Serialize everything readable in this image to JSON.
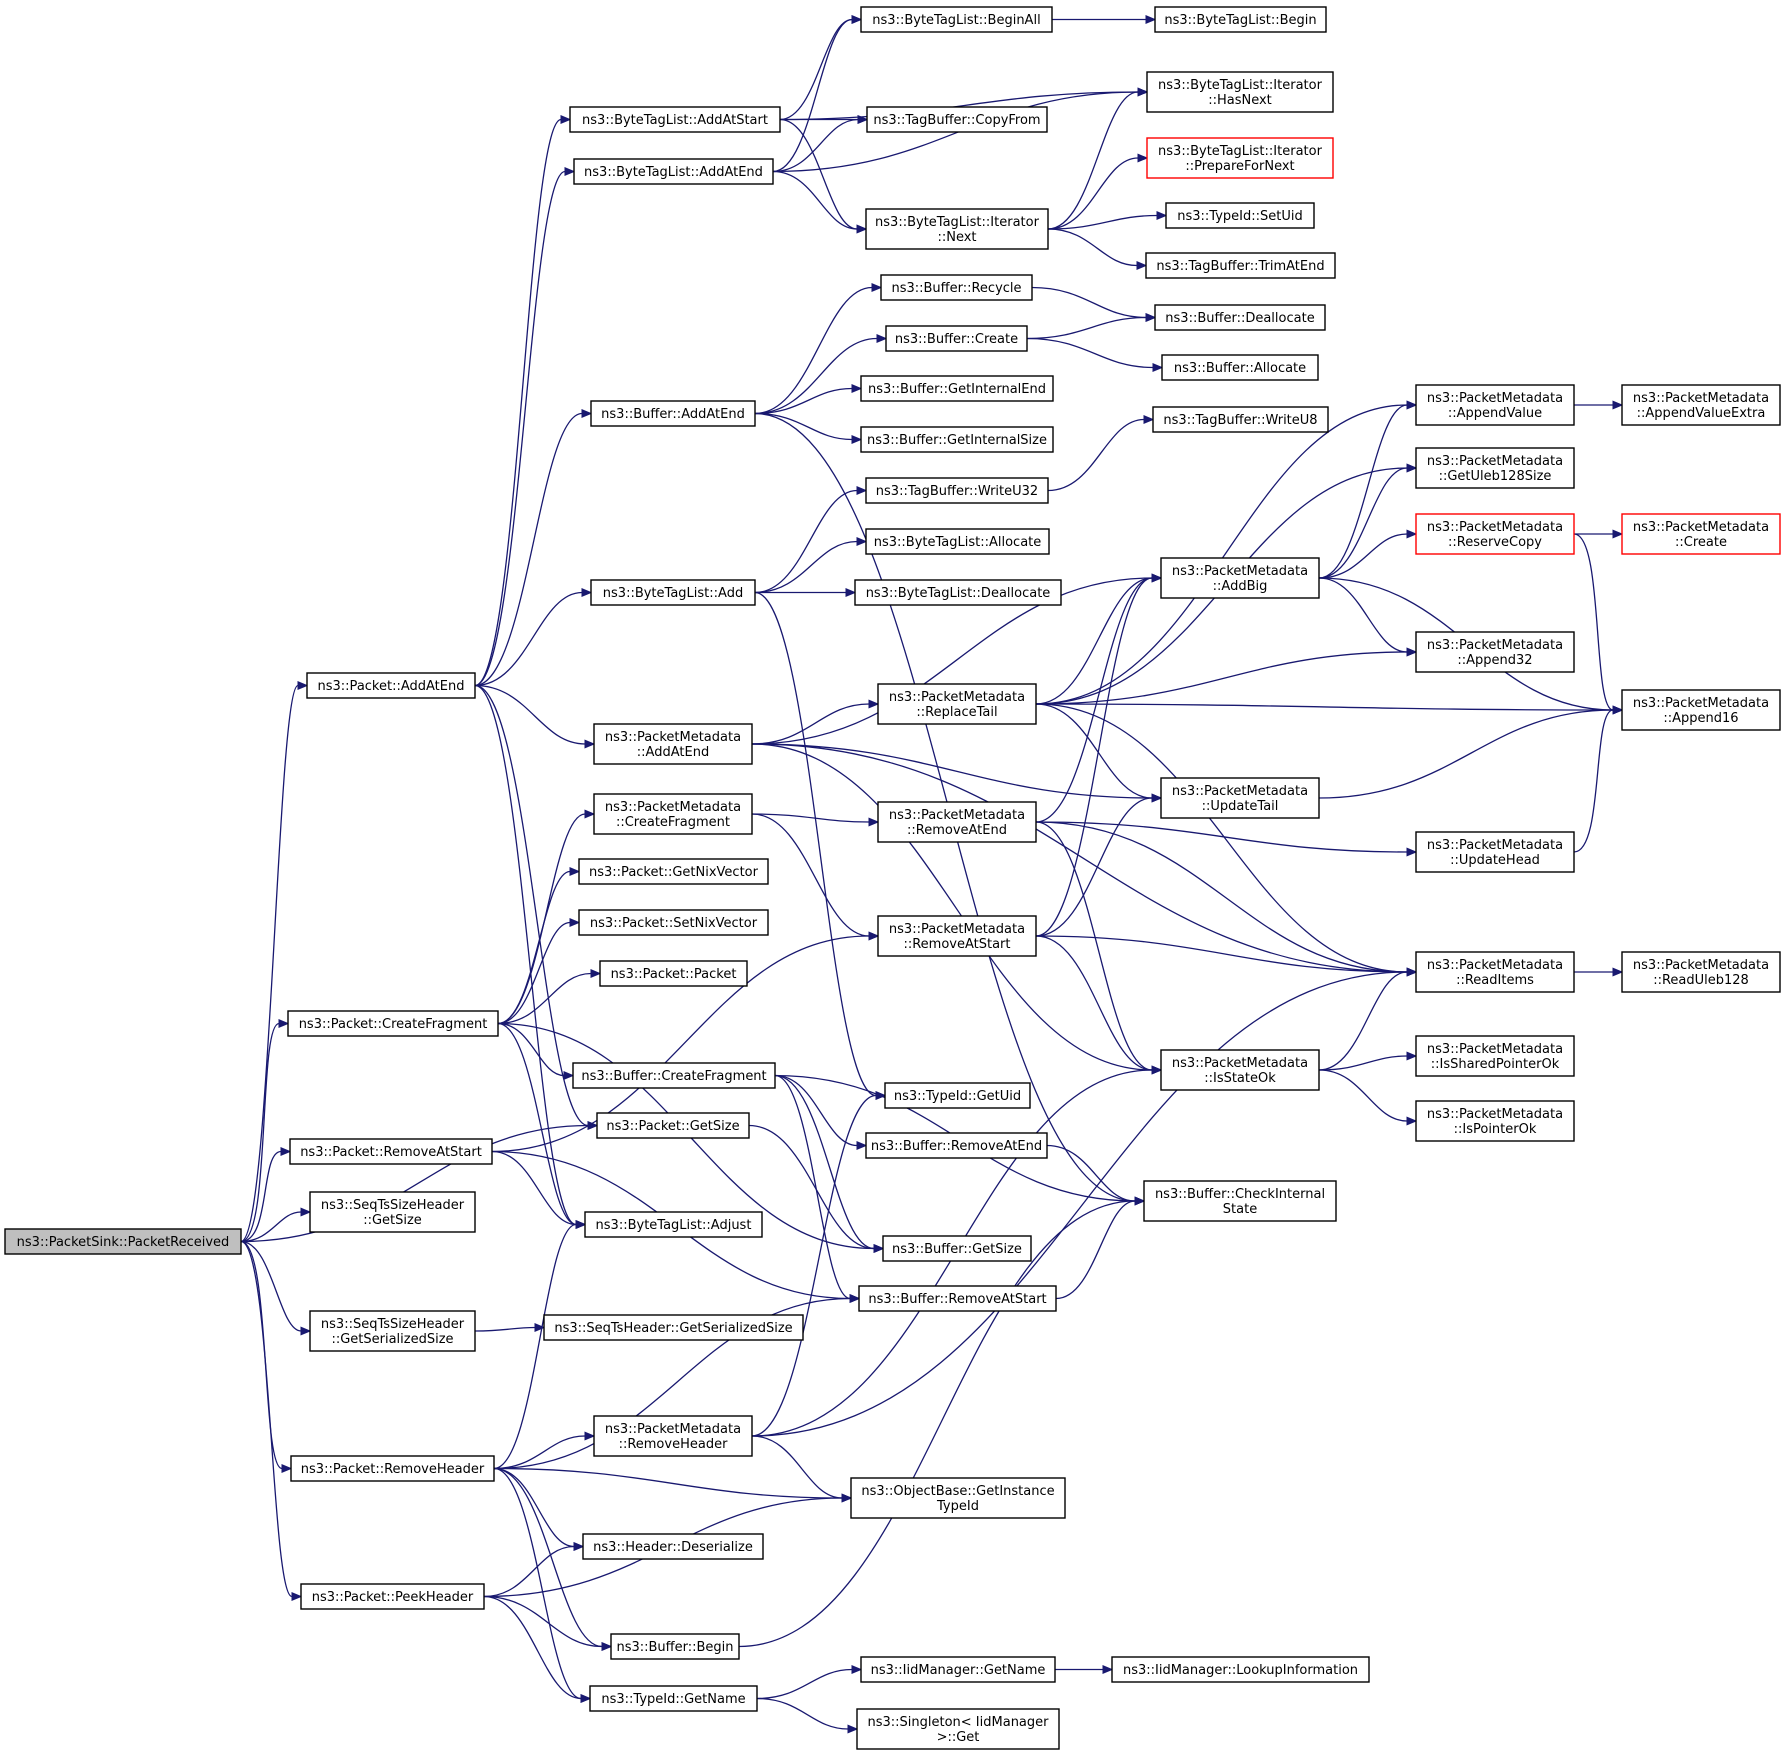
{
  "colors": {
    "edge": "#191970",
    "node_border": "#000000",
    "node_border_truncated": "#ff0000",
    "root_fill": "#bfbfbf",
    "node_fill": "#ffffff",
    "background": "#ffffff"
  },
  "nodes": [
    {
      "id": "root",
      "lines": [
        "ns3::PacketSink::PacketReceived"
      ],
      "style": "root"
    },
    {
      "id": "p_addatend",
      "lines": [
        "ns3::Packet::AddAtEnd"
      ]
    },
    {
      "id": "p_createfrag",
      "lines": [
        "ns3::Packet::CreateFragment"
      ]
    },
    {
      "id": "p_removeatstart",
      "lines": [
        "ns3::Packet::RemoveAtStart"
      ]
    },
    {
      "id": "seqts_getsize",
      "lines": [
        "ns3::SeqTsSizeHeader",
        "::GetSize"
      ]
    },
    {
      "id": "seqts_getser",
      "lines": [
        "ns3::SeqTsSizeHeader",
        "::GetSerializedSize"
      ]
    },
    {
      "id": "p_removeheader",
      "lines": [
        "ns3::Packet::RemoveHeader"
      ]
    },
    {
      "id": "p_peekheader",
      "lines": [
        "ns3::Packet::PeekHeader"
      ]
    },
    {
      "id": "btl_addatstart",
      "lines": [
        "ns3::ByteTagList::AddAtStart"
      ]
    },
    {
      "id": "btl_addatend",
      "lines": [
        "ns3::ByteTagList::AddAtEnd"
      ]
    },
    {
      "id": "buf_addatend",
      "lines": [
        "ns3::Buffer::AddAtEnd"
      ]
    },
    {
      "id": "btl_add",
      "lines": [
        "ns3::ByteTagList::Add"
      ]
    },
    {
      "id": "pm_addatend",
      "lines": [
        "ns3::PacketMetadata",
        "::AddAtEnd"
      ]
    },
    {
      "id": "pm_createfrag",
      "lines": [
        "ns3::PacketMetadata",
        "::CreateFragment"
      ]
    },
    {
      "id": "p_getnix",
      "lines": [
        "ns3::Packet::GetNixVector"
      ]
    },
    {
      "id": "p_setnix",
      "lines": [
        "ns3::Packet::SetNixVector"
      ]
    },
    {
      "id": "p_packet",
      "lines": [
        "ns3::Packet::Packet"
      ]
    },
    {
      "id": "buf_createfrag",
      "lines": [
        "ns3::Buffer::CreateFragment"
      ]
    },
    {
      "id": "p_getsize",
      "lines": [
        "ns3::Packet::GetSize"
      ]
    },
    {
      "id": "btl_adjust",
      "lines": [
        "ns3::ByteTagList::Adjust"
      ]
    },
    {
      "id": "seqts_hdr_getser",
      "lines": [
        "ns3::SeqTsHeader::GetSerializedSize"
      ]
    },
    {
      "id": "pm_removeheader",
      "lines": [
        "ns3::PacketMetadata",
        "::RemoveHeader"
      ]
    },
    {
      "id": "hdr_deserialize",
      "lines": [
        "ns3::Header::Deserialize"
      ]
    },
    {
      "id": "buf_begin",
      "lines": [
        "ns3::Buffer::Begin"
      ]
    },
    {
      "id": "typeid_getname",
      "lines": [
        "ns3::TypeId::GetName"
      ]
    },
    {
      "id": "btl_beginall",
      "lines": [
        "ns3::ByteTagList::BeginAll"
      ]
    },
    {
      "id": "tb_copyfrom",
      "lines": [
        "ns3::TagBuffer::CopyFrom"
      ]
    },
    {
      "id": "btl_it_next",
      "lines": [
        "ns3::ByteTagList::Iterator",
        "::Next"
      ]
    },
    {
      "id": "buf_recycle",
      "lines": [
        "ns3::Buffer::Recycle"
      ]
    },
    {
      "id": "buf_create",
      "lines": [
        "ns3::Buffer::Create"
      ]
    },
    {
      "id": "buf_getintend",
      "lines": [
        "ns3::Buffer::GetInternalEnd"
      ]
    },
    {
      "id": "buf_getintsize",
      "lines": [
        "ns3::Buffer::GetInternalSize"
      ]
    },
    {
      "id": "tb_writeu32",
      "lines": [
        "ns3::TagBuffer::WriteU32"
      ]
    },
    {
      "id": "btl_allocate",
      "lines": [
        "ns3::ByteTagList::Allocate"
      ]
    },
    {
      "id": "btl_deallocate",
      "lines": [
        "ns3::ByteTagList::Deallocate"
      ]
    },
    {
      "id": "pm_replacetail",
      "lines": [
        "ns3::PacketMetadata",
        "::ReplaceTail"
      ]
    },
    {
      "id": "pm_removeatend",
      "lines": [
        "ns3::PacketMetadata",
        "::RemoveAtEnd"
      ]
    },
    {
      "id": "pm_removeatstart",
      "lines": [
        "ns3::PacketMetadata",
        "::RemoveAtStart"
      ]
    },
    {
      "id": "typeid_getuid",
      "lines": [
        "ns3::TypeId::GetUid"
      ]
    },
    {
      "id": "buf_removeatend",
      "lines": [
        "ns3::Buffer::RemoveAtEnd"
      ]
    },
    {
      "id": "buf_getsize",
      "lines": [
        "ns3::Buffer::GetSize"
      ]
    },
    {
      "id": "buf_removeatstart",
      "lines": [
        "ns3::Buffer::RemoveAtStart"
      ]
    },
    {
      "id": "ob_getinstance",
      "lines": [
        "ns3::ObjectBase::GetInstance",
        "TypeId"
      ]
    },
    {
      "id": "iid_getname",
      "lines": [
        "ns3::IidManager::GetName"
      ]
    },
    {
      "id": "singleton_get",
      "lines": [
        "ns3::Singleton< IidManager",
        " >::Get"
      ]
    },
    {
      "id": "btl_begin",
      "lines": [
        "ns3::ByteTagList::Begin"
      ]
    },
    {
      "id": "btl_it_hasnext",
      "lines": [
        "ns3::ByteTagList::Iterator",
        "::HasNext"
      ]
    },
    {
      "id": "btl_it_prepare",
      "lines": [
        "ns3::ByteTagList::Iterator",
        "::PrepareForNext"
      ],
      "style": "truncated"
    },
    {
      "id": "typeid_setuid",
      "lines": [
        "ns3::TypeId::SetUid"
      ]
    },
    {
      "id": "tb_trimatend",
      "lines": [
        "ns3::TagBuffer::TrimAtEnd"
      ]
    },
    {
      "id": "buf_deallocate",
      "lines": [
        "ns3::Buffer::Deallocate"
      ]
    },
    {
      "id": "buf_allocate",
      "lines": [
        "ns3::Buffer::Allocate"
      ]
    },
    {
      "id": "tb_writeu8",
      "lines": [
        "ns3::TagBuffer::WriteU8"
      ]
    },
    {
      "id": "pm_addbig",
      "lines": [
        "ns3::PacketMetadata",
        "::AddBig"
      ]
    },
    {
      "id": "pm_updatetail",
      "lines": [
        "ns3::PacketMetadata",
        "::UpdateTail"
      ]
    },
    {
      "id": "pm_isstateok",
      "lines": [
        "ns3::PacketMetadata",
        "::IsStateOk"
      ]
    },
    {
      "id": "buf_checkinternal",
      "lines": [
        "ns3::Buffer::CheckInternal",
        "State"
      ]
    },
    {
      "id": "iid_lookup",
      "lines": [
        "ns3::IidManager::LookupInformation"
      ]
    },
    {
      "id": "pm_appendvalue",
      "lines": [
        "ns3::PacketMetadata",
        "::AppendValue"
      ]
    },
    {
      "id": "pm_getuleb",
      "lines": [
        "ns3::PacketMetadata",
        "::GetUleb128Size"
      ]
    },
    {
      "id": "pm_reservecopy",
      "lines": [
        "ns3::PacketMetadata",
        "::ReserveCopy"
      ],
      "style": "truncated"
    },
    {
      "id": "pm_append32",
      "lines": [
        "ns3::PacketMetadata",
        "::Append32"
      ]
    },
    {
      "id": "pm_updatehead",
      "lines": [
        "ns3::PacketMetadata",
        "::UpdateHead"
      ]
    },
    {
      "id": "pm_readitems",
      "lines": [
        "ns3::PacketMetadata",
        "::ReadItems"
      ]
    },
    {
      "id": "pm_issharedptr",
      "lines": [
        "ns3::PacketMetadata",
        "::IsSharedPointerOk"
      ]
    },
    {
      "id": "pm_isptrok",
      "lines": [
        "ns3::PacketMetadata",
        "::IsPointerOk"
      ]
    },
    {
      "id": "pm_appendvalueextra",
      "lines": [
        "ns3::PacketMetadata",
        "::AppendValueExtra"
      ]
    },
    {
      "id": "pm_create",
      "lines": [
        "ns3::PacketMetadata",
        "::Create"
      ],
      "style": "truncated"
    },
    {
      "id": "pm_append16",
      "lines": [
        "ns3::PacketMetadata",
        "::Append16"
      ]
    },
    {
      "id": "pm_readuleb",
      "lines": [
        "ns3::PacketMetadata",
        "::ReadUleb128"
      ]
    }
  ],
  "edges": [
    [
      "root",
      "p_addatend"
    ],
    [
      "root",
      "p_createfrag"
    ],
    [
      "root",
      "p_removeatstart"
    ],
    [
      "root",
      "seqts_getsize"
    ],
    [
      "root",
      "seqts_getser"
    ],
    [
      "root",
      "p_removeheader"
    ],
    [
      "root",
      "p_peekheader"
    ],
    [
      "root",
      "p_getsize"
    ],
    [
      "p_addatend",
      "btl_addatstart"
    ],
    [
      "p_addatend",
      "btl_addatend"
    ],
    [
      "p_addatend",
      "buf_addatend"
    ],
    [
      "p_addatend",
      "btl_add"
    ],
    [
      "p_addatend",
      "pm_addatend"
    ],
    [
      "p_addatend",
      "p_getsize"
    ],
    [
      "p_addatend",
      "btl_adjust"
    ],
    [
      "p_createfrag",
      "pm_createfrag"
    ],
    [
      "p_createfrag",
      "p_getnix"
    ],
    [
      "p_createfrag",
      "p_setnix"
    ],
    [
      "p_createfrag",
      "p_packet"
    ],
    [
      "p_createfrag",
      "buf_createfrag"
    ],
    [
      "p_createfrag",
      "btl_adjust"
    ],
    [
      "p_createfrag",
      "buf_getsize"
    ],
    [
      "p_removeatstart",
      "pm_removeatstart"
    ],
    [
      "p_removeatstart",
      "btl_adjust"
    ],
    [
      "p_removeatstart",
      "buf_removeatstart"
    ],
    [
      "seqts_getser",
      "seqts_hdr_getser"
    ],
    [
      "p_removeheader",
      "btl_adjust"
    ],
    [
      "p_removeheader",
      "pm_removeheader"
    ],
    [
      "p_removeheader",
      "ob_getinstance"
    ],
    [
      "p_removeheader",
      "hdr_deserialize"
    ],
    [
      "p_removeheader",
      "buf_begin"
    ],
    [
      "p_removeheader",
      "typeid_getname"
    ],
    [
      "p_removeheader",
      "buf_removeatstart"
    ],
    [
      "p_peekheader",
      "hdr_deserialize"
    ],
    [
      "p_peekheader",
      "ob_getinstance"
    ],
    [
      "p_peekheader",
      "buf_begin"
    ],
    [
      "p_peekheader",
      "typeid_getname"
    ],
    [
      "btl_addatstart",
      "btl_beginall"
    ],
    [
      "btl_addatstart",
      "btl_it_hasnext"
    ],
    [
      "btl_addatstart",
      "tb_copyfrom"
    ],
    [
      "btl_addatstart",
      "btl_it_next"
    ],
    [
      "btl_addatend",
      "btl_beginall"
    ],
    [
      "btl_addatend",
      "btl_it_hasnext"
    ],
    [
      "btl_addatend",
      "tb_copyfrom"
    ],
    [
      "btl_addatend",
      "btl_it_next"
    ],
    [
      "btl_beginall",
      "btl_begin"
    ],
    [
      "btl_it_next",
      "btl_it_hasnext"
    ],
    [
      "btl_it_next",
      "btl_it_prepare"
    ],
    [
      "btl_it_next",
      "typeid_setuid"
    ],
    [
      "btl_it_next",
      "tb_trimatend"
    ],
    [
      "buf_addatend",
      "buf_recycle"
    ],
    [
      "buf_addatend",
      "buf_create"
    ],
    [
      "buf_addatend",
      "buf_getintend"
    ],
    [
      "buf_addatend",
      "buf_getintsize"
    ],
    [
      "buf_addatend",
      "buf_checkinternal"
    ],
    [
      "buf_recycle",
      "buf_deallocate"
    ],
    [
      "buf_create",
      "buf_deallocate"
    ],
    [
      "buf_create",
      "buf_allocate"
    ],
    [
      "btl_add",
      "tb_writeu32"
    ],
    [
      "btl_add",
      "btl_allocate"
    ],
    [
      "btl_add",
      "btl_deallocate"
    ],
    [
      "btl_add",
      "typeid_getuid"
    ],
    [
      "tb_writeu32",
      "tb_writeu8"
    ],
    [
      "pm_addatend",
      "pm_addbig"
    ],
    [
      "pm_addatend",
      "pm_replacetail"
    ],
    [
      "pm_addatend",
      "pm_updatetail"
    ],
    [
      "pm_addatend",
      "pm_readitems"
    ],
    [
      "pm_addatend",
      "pm_isstateok"
    ],
    [
      "pm_createfrag",
      "pm_removeatend"
    ],
    [
      "pm_createfrag",
      "pm_removeatstart"
    ],
    [
      "buf_createfrag",
      "buf_removeatend"
    ],
    [
      "buf_createfrag",
      "buf_getsize"
    ],
    [
      "buf_createfrag",
      "buf_removeatstart"
    ],
    [
      "buf_createfrag",
      "buf_checkinternal"
    ],
    [
      "p_getsize",
      "buf_getsize"
    ],
    [
      "pm_removeheader",
      "typeid_getuid"
    ],
    [
      "pm_removeheader",
      "ob_getinstance"
    ],
    [
      "pm_removeheader",
      "pm_isstateok"
    ],
    [
      "pm_removeheader",
      "pm_readitems"
    ],
    [
      "buf_begin",
      "buf_checkinternal"
    ],
    [
      "typeid_getname",
      "iid_getname"
    ],
    [
      "typeid_getname",
      "singleton_get"
    ],
    [
      "iid_getname",
      "iid_lookup"
    ],
    [
      "pm_replacetail",
      "pm_appendvalue"
    ],
    [
      "pm_replacetail",
      "pm_getuleb"
    ],
    [
      "pm_replacetail",
      "pm_addbig"
    ],
    [
      "pm_replacetail",
      "pm_append32"
    ],
    [
      "pm_replacetail",
      "pm_append16"
    ],
    [
      "pm_replacetail",
      "pm_updatetail"
    ],
    [
      "pm_replacetail",
      "pm_readitems"
    ],
    [
      "pm_removeatend",
      "pm_addbig"
    ],
    [
      "pm_removeatend",
      "pm_updatehead"
    ],
    [
      "pm_removeatend",
      "pm_readitems"
    ],
    [
      "pm_removeatend",
      "pm_isstateok"
    ],
    [
      "pm_removeatstart",
      "pm_addbig"
    ],
    [
      "pm_removeatstart",
      "pm_updatetail"
    ],
    [
      "pm_removeatstart",
      "pm_readitems"
    ],
    [
      "pm_removeatstart",
      "pm_isstateok"
    ],
    [
      "buf_removeatend",
      "buf_checkinternal"
    ],
    [
      "buf_removeatstart",
      "buf_checkinternal"
    ],
    [
      "pm_addbig",
      "pm_appendvalue"
    ],
    [
      "pm_addbig",
      "pm_getuleb"
    ],
    [
      "pm_addbig",
      "pm_reservecopy"
    ],
    [
      "pm_addbig",
      "pm_append32"
    ],
    [
      "pm_addbig",
      "pm_append16"
    ],
    [
      "pm_appendvalue",
      "pm_appendvalueextra"
    ],
    [
      "pm_reservecopy",
      "pm_create"
    ],
    [
      "pm_reservecopy",
      "pm_append16"
    ],
    [
      "pm_updatetail",
      "pm_append16"
    ],
    [
      "pm_updatehead",
      "pm_append16"
    ],
    [
      "pm_isstateok",
      "pm_readitems"
    ],
    [
      "pm_isstateok",
      "pm_issharedptr"
    ],
    [
      "pm_isstateok",
      "pm_isptrok"
    ],
    [
      "pm_readitems",
      "pm_readuleb"
    ]
  ]
}
